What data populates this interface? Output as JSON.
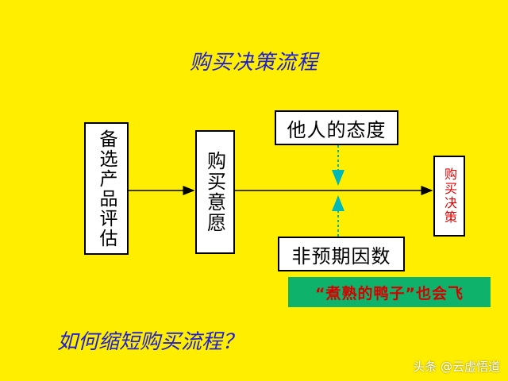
{
  "title": "购买决策流程",
  "boxes": {
    "evaluation": "备选产品评估",
    "intention": "购买意愿",
    "others_attitude": "他人的态度",
    "unexpected_factors": "非预期因数",
    "decision": "购买决策"
  },
  "callout": "“煮熟的鸭子”也会飞",
  "question": "如何缩短购买流程？",
  "watermark": "头条 @云虚悟道",
  "colors": {
    "background": "#FFEE00",
    "title": "#1F1FD6",
    "callout_bg": "#0FB26A",
    "callout_text": "#D60000",
    "connector_dotted": "#00B8B8"
  }
}
